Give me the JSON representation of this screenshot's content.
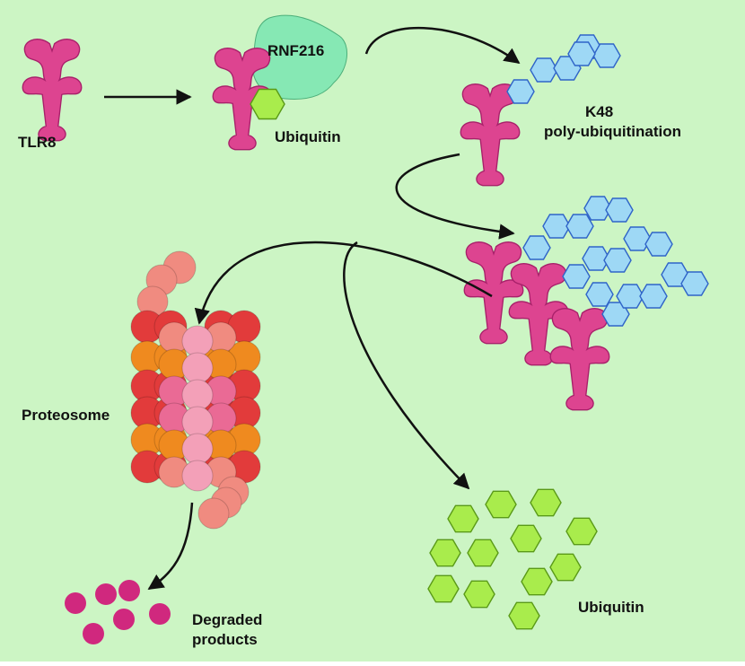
{
  "colors": {
    "background": "#ccf5c4",
    "receptor": "#dd4490",
    "rnf216": "#86e8b4",
    "ubiquitin_monomer": "#a9ec4c",
    "ubiquitin_chain": "#9ed8f5",
    "ubiquitin_chain_outline": "#2f64c8",
    "degraded_product": "#d0287e",
    "proteasome_red": "#e23b3b",
    "proteasome_orange": "#ef8a1f",
    "proteasome_pink": "#ea6a95",
    "proteasome_salmon": "#f08b80",
    "arrow": "#111111"
  },
  "labels": {
    "tlr8": "TLR8",
    "rnf216": "RNF216",
    "ubiquitin_tag": "Ubiquitin",
    "k48_line1": "K48",
    "k48_line2": "poly-ubiquitination",
    "proteosome": "Proteosome",
    "degraded_line1": "Degraded",
    "degraded_line2": "products",
    "ubiquitin_free": "Ubiquitin"
  },
  "icons": {
    "receptor": "y-shaped-receptor-icon",
    "ubiquitin": "hexagon-icon",
    "proteasome": "bead-cylinder-icon",
    "product": "dot-icon"
  }
}
